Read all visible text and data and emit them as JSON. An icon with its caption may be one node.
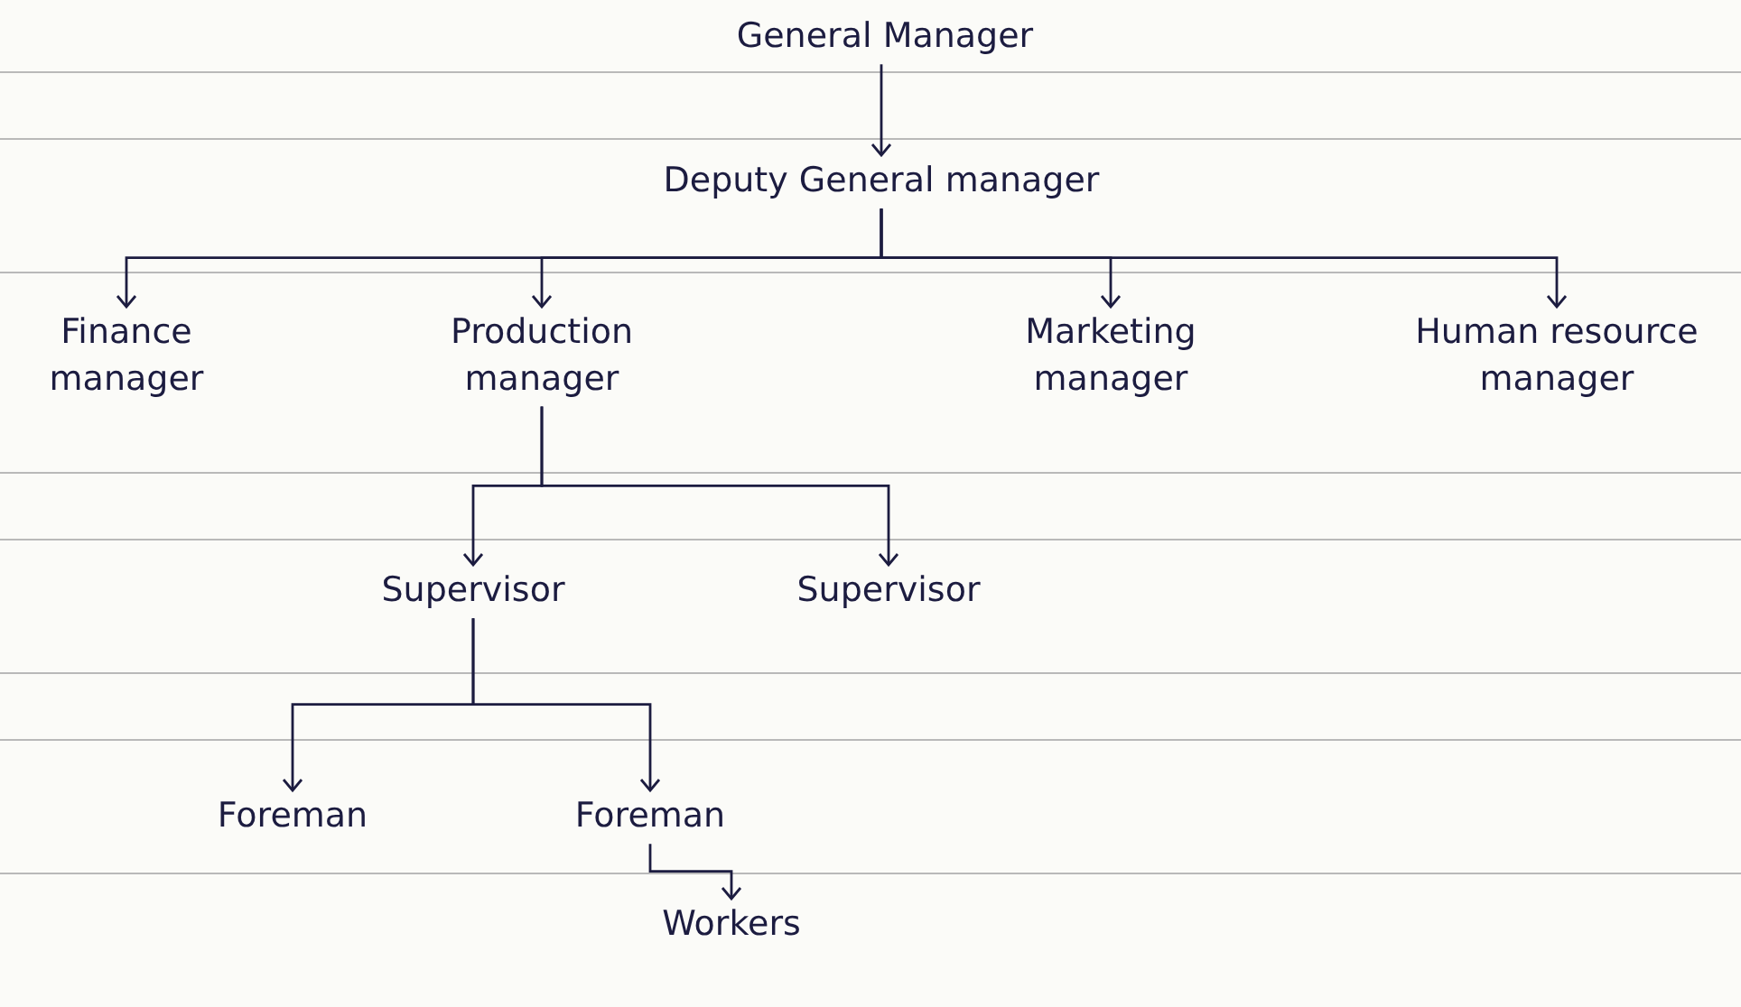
{
  "diagram": {
    "nodes": [
      {
        "text": [
          "General Manager"
        ]
      },
      {
        "text": [
          "Deputy General manager"
        ]
      },
      {
        "text": [
          "Finance manager"
        ]
      },
      {
        "text": [
          "Production manager"
        ]
      },
      {
        "text": [
          "Marketing manager"
        ]
      },
      {
        "text": [
          "Human resource manager"
        ]
      },
      {
        "text": [
          "Supervisor"
        ]
      },
      {
        "text": [
          "Supervisor"
        ]
      },
      {
        "text": [
          "Foreman"
        ]
      },
      {
        "text": [
          "Foreman"
        ]
      },
      {
        "text": [
          "Workers"
        ]
      }
    ],
    "edges": [
      {
        "from": 0,
        "to": 1,
        "arrow": "to"
      },
      {
        "from": 1,
        "to": 2,
        "arrow": "to"
      },
      {
        "from": 1,
        "to": 3,
        "arrow": "to"
      },
      {
        "from": 1,
        "to": 4,
        "arrow": "to"
      },
      {
        "from": 1,
        "to": 5,
        "arrow": "to"
      },
      {
        "from": 3,
        "to": 6,
        "arrow": "to"
      },
      {
        "from": 3,
        "to": 7,
        "arrow": "to"
      },
      {
        "from": 6,
        "to": 8,
        "arrow": "to"
      },
      {
        "from": 6,
        "to": 9,
        "arrow": "to"
      },
      {
        "from": 9,
        "to": 10,
        "arrow": "to"
      }
    ]
  }
}
